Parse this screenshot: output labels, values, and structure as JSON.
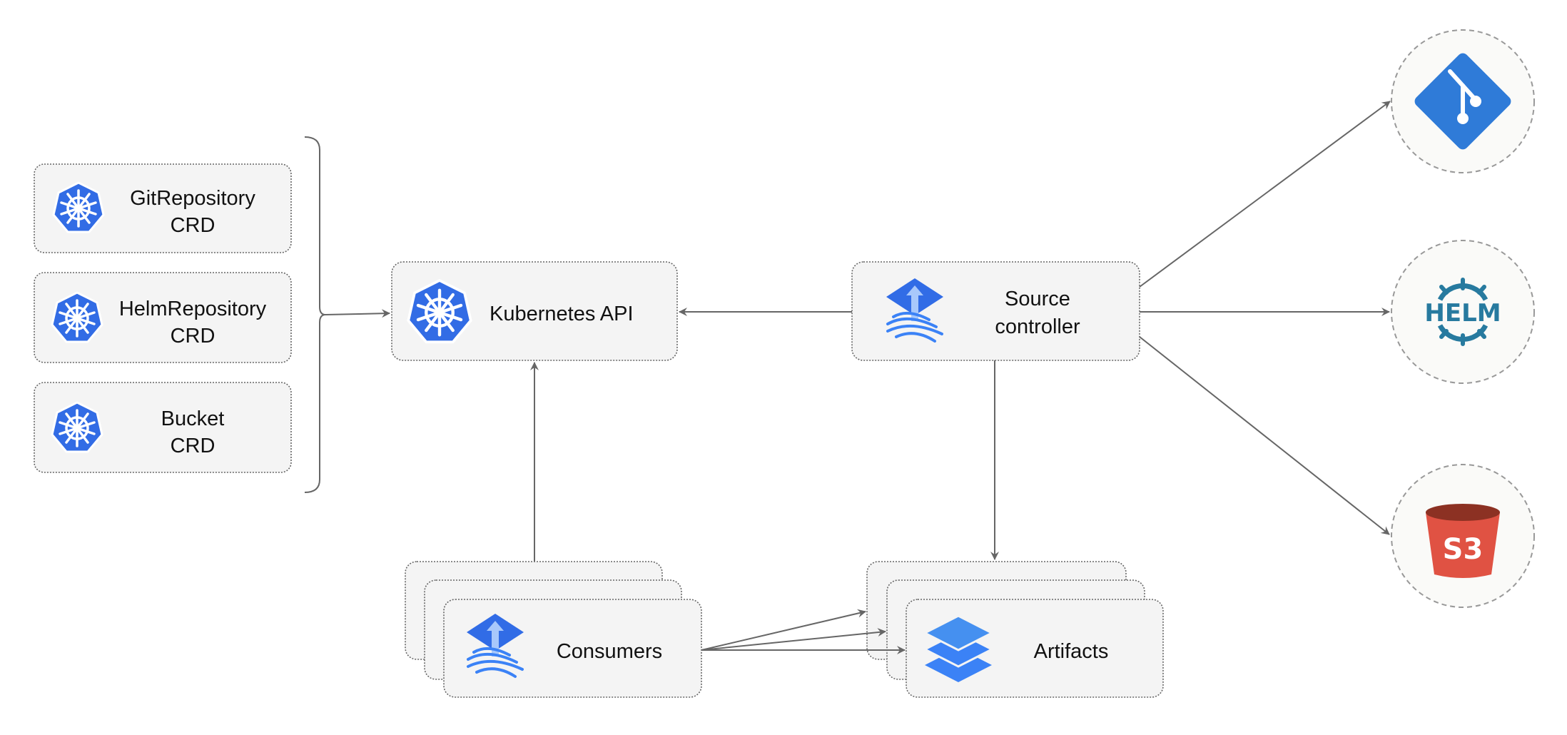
{
  "nodes": {
    "git_repository_crd": {
      "line1": "GitRepository",
      "line2": "CRD",
      "icon": "kubernetes-icon"
    },
    "helm_repository_crd": {
      "line1": "HelmRepository",
      "line2": "CRD",
      "icon": "kubernetes-icon"
    },
    "bucket_crd": {
      "line1": "Bucket",
      "line2": "CRD",
      "icon": "kubernetes-icon"
    },
    "kubernetes_api": {
      "label": "Kubernetes API",
      "icon": "kubernetes-icon"
    },
    "source_controller": {
      "line1": "Source",
      "line2": "controller",
      "icon": "flux-icon"
    },
    "consumers": {
      "label": "Consumers",
      "icon": "flux-icon"
    },
    "artifacts": {
      "label": "Artifacts",
      "icon": "layers-icon"
    },
    "git": {
      "icon": "git-icon"
    },
    "helm": {
      "label": "HELM",
      "icon": "helm-icon"
    },
    "s3": {
      "label": "S3",
      "icon": "s3-bucket-icon"
    }
  },
  "colors": {
    "kubernetes": "#326ce5",
    "flux": "#3b82f6",
    "git": "#2f7bd8",
    "helm": "#277a9f",
    "s3_body": "#e05243",
    "s3_top": "#8c3123",
    "edge": "#666666"
  }
}
